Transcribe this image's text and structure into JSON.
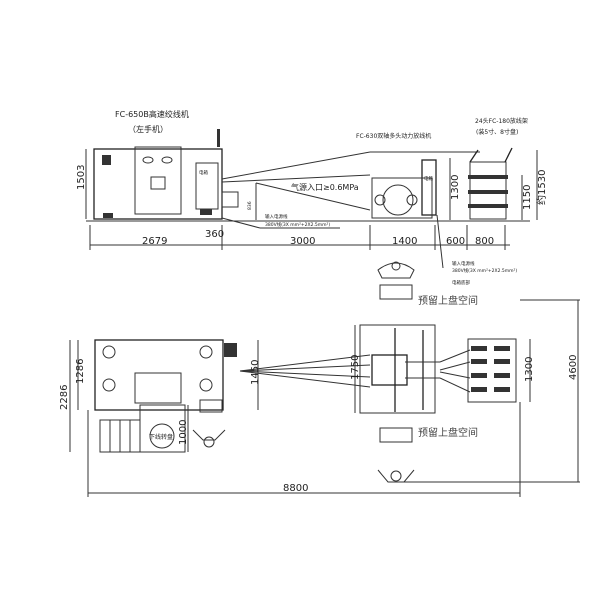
{
  "elevation": {
    "machine1_title": "FC-650B高速绞线机",
    "machine1_subtitle": "（左手机）",
    "machine1_height": "1503",
    "machine1_box_label": "电箱",
    "air_inlet": "气源入口≥0.6MPa",
    "dim_836": "836",
    "power_label_1": "输入电源线",
    "power_spec_1": "380V线(3X  mm²+2X2.5mm²)",
    "dim_360": "360",
    "dim_2679": "2679",
    "dim_3000": "3000",
    "machine2_title": "FC-630双轴多头动力放线机",
    "machine2_box_label": "电箱",
    "machine2_height": "1300",
    "machine3_title": "24头FC-180放线架",
    "machine3_subtitle": "(装5寸、8寸盘)",
    "dim_1150": "1150",
    "dim_1530": "约1530",
    "dim_1400": "1400",
    "dim_600": "600",
    "dim_800": "800",
    "power_label_2": "输入电源线",
    "power_spec_2": "380V线(3X  mm²+2X2.5mm²)",
    "power_note_2": "电箱底部"
  },
  "plan": {
    "reserve_top": "预留上盘空间",
    "reserve_bottom": "预留上盘空间",
    "dim_1286": "1286",
    "dim_2286": "2286",
    "dim_1450": "1450",
    "dim_1000": "1000",
    "turntable": "下线转盘",
    "dim_1750": "1750",
    "dim_1300": "1300",
    "dim_4600": "4600",
    "dim_8800": "8800"
  }
}
